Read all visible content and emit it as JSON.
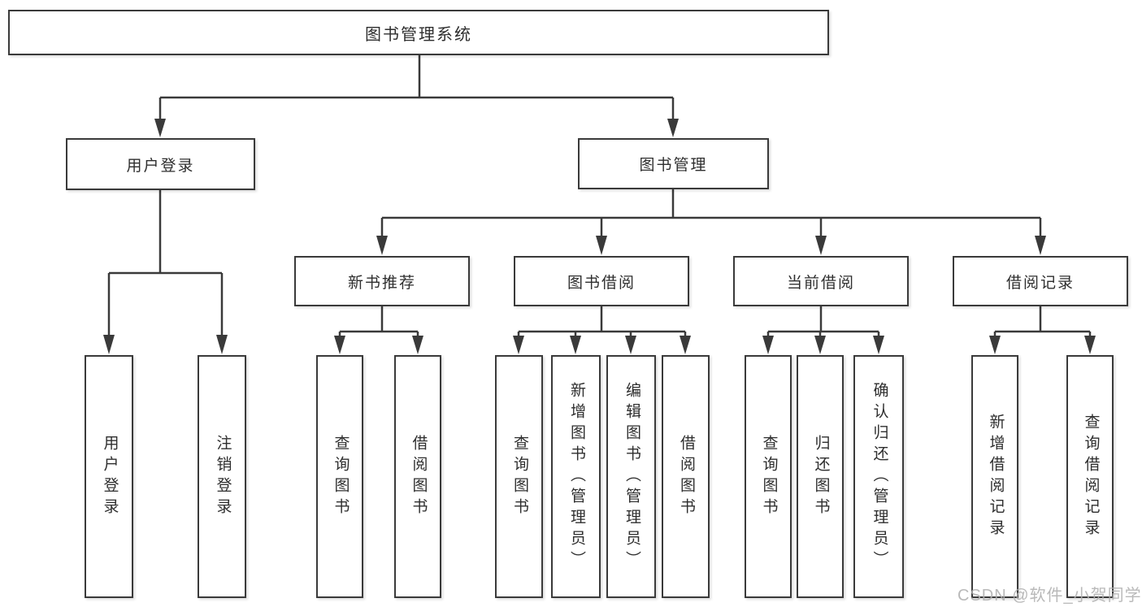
{
  "title": "图书管理系统",
  "diagram": {
    "type": "hierarchy-tree",
    "root": {
      "label": "图书管理系统"
    },
    "level2": [
      {
        "label": "用户登录",
        "parent": "图书管理系统"
      },
      {
        "label": "图书管理",
        "parent": "图书管理系统"
      }
    ],
    "level3": [
      {
        "label": "新书推荐",
        "parent": "图书管理"
      },
      {
        "label": "图书借阅",
        "parent": "图书管理"
      },
      {
        "label": "当前借阅",
        "parent": "图书管理"
      },
      {
        "label": "借阅记录",
        "parent": "图书管理"
      }
    ],
    "leaves": [
      {
        "label": "用户登录",
        "parent": "用户登录"
      },
      {
        "label": "注销登录",
        "parent": "用户登录"
      },
      {
        "label": "查询图书",
        "parent": "新书推荐"
      },
      {
        "label": "借阅图书",
        "parent": "新书推荐"
      },
      {
        "label": "查询图书",
        "parent": "图书借阅"
      },
      {
        "label": "新增图书（管理员）",
        "parent": "图书借阅"
      },
      {
        "label": "编辑图书（管理员）",
        "parent": "图书借阅"
      },
      {
        "label": "借阅图书",
        "parent": "图书借阅"
      },
      {
        "label": "查询图书",
        "parent": "当前借阅"
      },
      {
        "label": "归还图书",
        "parent": "当前借阅"
      },
      {
        "label": "确认归还（管理员）",
        "parent": "当前借阅"
      },
      {
        "label": "新增借阅记录",
        "parent": "借阅记录"
      },
      {
        "label": "查询借阅记录",
        "parent": "借阅记录"
      }
    ]
  },
  "watermark": {
    "text": "CSDN @软件_小贺同学"
  },
  "colors": {
    "line": "#3a3a3a",
    "box_border": "#3a3a3a",
    "box_fill": "#ffffff",
    "text": "#2e2e2e",
    "watermark": "#b0b0b0",
    "background": "#ffffff"
  }
}
